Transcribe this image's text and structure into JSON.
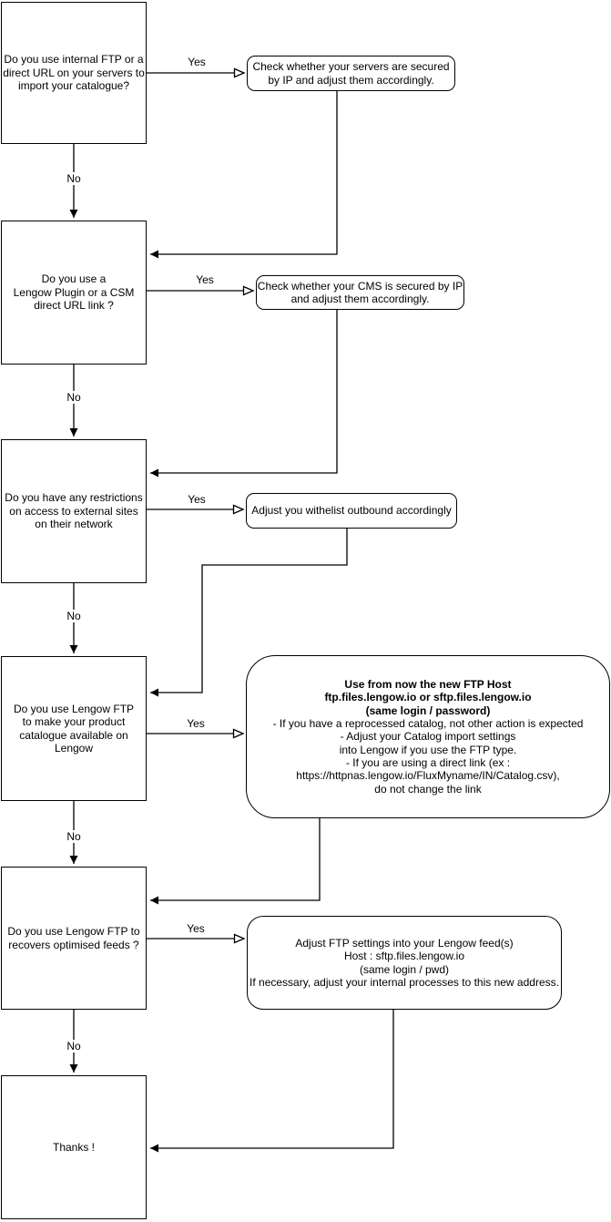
{
  "flowchart": {
    "labels": {
      "yes": "Yes",
      "no": "No"
    },
    "decisions": [
      {
        "name": "internal-ftp-or-direct-url",
        "lines": [
          "Do you use internal FTP or a",
          "direct URL on your servers to",
          "import your catalogue?"
        ]
      },
      {
        "name": "lengow-plugin-or-csm",
        "lines": [
          "Do you use a",
          "Lengow Plugin or a CSM",
          "direct URL link ?"
        ]
      },
      {
        "name": "restrictions-external-sites",
        "lines": [
          "Do you have any restrictions",
          "on access to external sites",
          "on their network"
        ]
      },
      {
        "name": "lengow-ftp-catalogue",
        "lines": [
          "Do you use Lengow FTP",
          "to make your product",
          "catalogue available on",
          "Lengow"
        ]
      },
      {
        "name": "lengow-ftp-optimised-feeds",
        "lines": [
          "Do you use Lengow FTP to",
          "recovers optimised feeds ?"
        ]
      },
      {
        "name": "thanks",
        "lines": [
          "Thanks !"
        ]
      }
    ],
    "actions": [
      {
        "name": "check-servers-secured",
        "lines": [
          "Check whether your servers are secured",
          "by IP and adjust them accordingly."
        ]
      },
      {
        "name": "check-cms-secured",
        "lines": [
          "Check whether your CMS is secured by IP",
          "and adjust them accordingly."
        ]
      },
      {
        "name": "adjust-whitelist-outbound",
        "lines": [
          "Adjust you withelist outbound accordingly"
        ]
      },
      {
        "name": "use-new-ftp-host",
        "bold_lines": [
          "Use from now the new FTP Host",
          "ftp.files.lengow.io or sftp.files.lengow.io",
          "(same login / password)"
        ],
        "lines": [
          "- If you have a reprocessed catalog, not other action is expected",
          "- Adjust your Catalog import settings",
          "into Lengow if you use the FTP type.",
          "- If you are using a direct link (ex :",
          "https://httpnas.lengow.io/FluxMyname/IN/Catalog.csv),",
          "do not change the link"
        ]
      },
      {
        "name": "adjust-ftp-settings",
        "lines": [
          "Adjust FTP settings into your Lengow feed(s)",
          "Host : sftp.files.lengow.io",
          "(same login / pwd)",
          "If necessary, adjust your internal processes to this new address."
        ]
      }
    ],
    "colors": {
      "stroke": "#000000",
      "fill": "#ffffff"
    }
  }
}
